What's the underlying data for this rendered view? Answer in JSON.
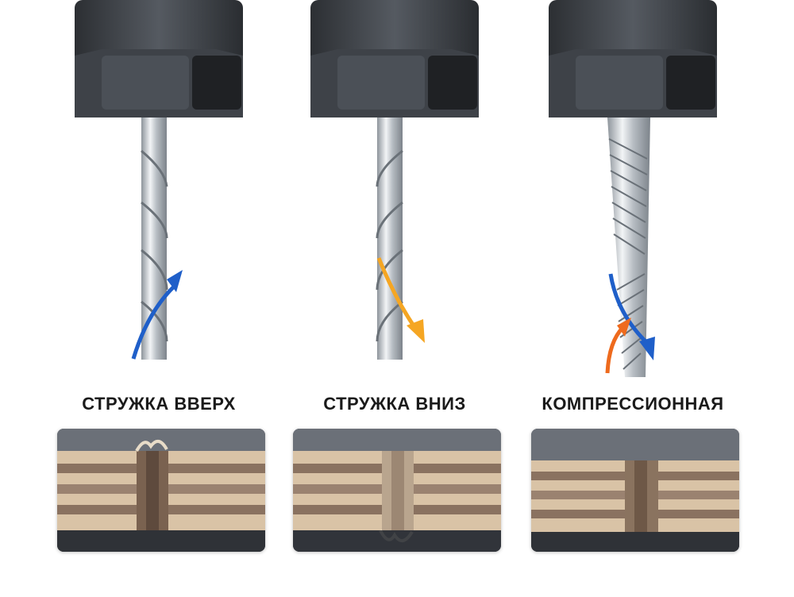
{
  "tools": [
    {
      "id": "upcut",
      "caption": "СТРУЖКА ВВЕРХ",
      "arrow_color": "#1f5fc9",
      "flute_type": "up-spiral"
    },
    {
      "id": "downcut",
      "caption": "СТРУЖКА ВНИЗ",
      "arrow_color": "#f5a623",
      "flute_type": "down-spiral"
    },
    {
      "id": "compression",
      "caption": "КОМПРЕССИОННАЯ",
      "arrow_colors": [
        "#1f5fc9",
        "#ee6a1d"
      ],
      "flute_type": "compression"
    }
  ],
  "colors": {
    "collet": "#3a3d42",
    "steel": "#c9ced3",
    "wood_light": "#d9c3a6",
    "wood_dark": "#8a7260",
    "panel_bg": "#4a4e55"
  }
}
